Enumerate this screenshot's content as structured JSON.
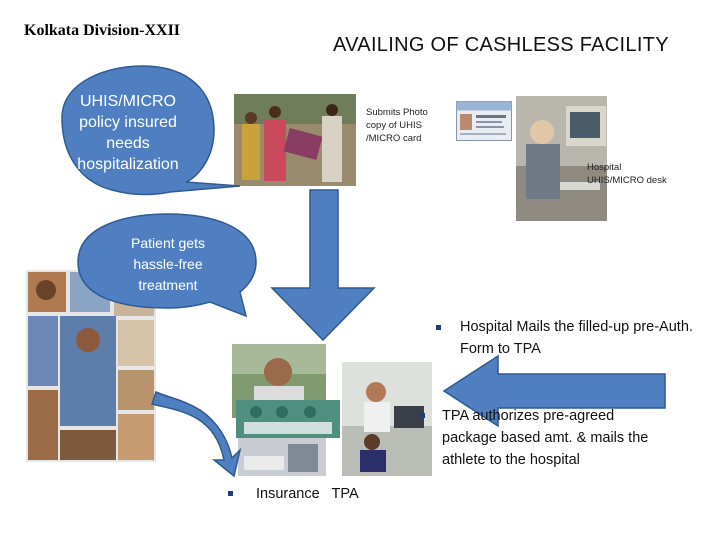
{
  "header": {
    "division": "Kolkata Division-XXII",
    "title": "AVAILING OF CASHLESS FACILITY"
  },
  "callouts": {
    "insured": "UHIS/MICRO policy insured needs hospitalization",
    "patient": "Patient gets hassle-free treatment"
  },
  "labels": {
    "submits": "Submits Photo copy  of UHIS /MICRO card",
    "hospital_desk": "Hospital UHIS/MICRO desk"
  },
  "bullets": {
    "hospital_mails": "Hospital Mails the filled-up pre-Auth. Form to TPA",
    "tpa_authorizes": "TPA authorizes pre-agreed package based amt. & mails the athlete to the hospital",
    "insurance_tpa": "Insurance   TPA"
  },
  "colors": {
    "accent_blue": "#4f7fc1",
    "accent_outline": "#2f5a92"
  },
  "icons": {
    "bullet": "square-bullet-icon"
  }
}
